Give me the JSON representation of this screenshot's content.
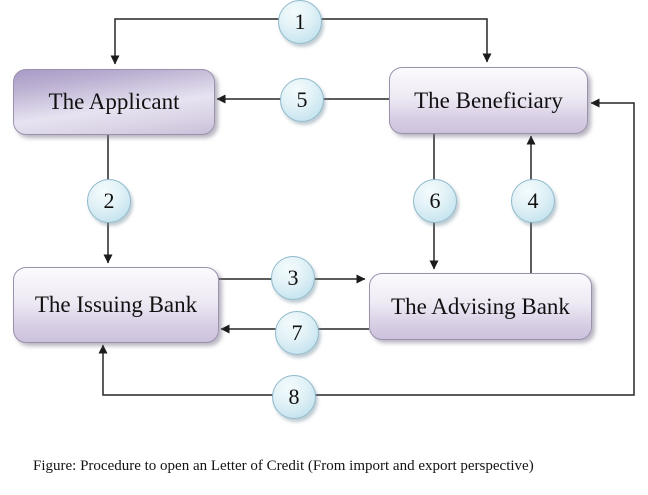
{
  "figure": {
    "caption": "Figure: Procedure to open an Letter of Credit (From import and export perspective)"
  },
  "diagram": {
    "nodes": [
      {
        "id": "applicant",
        "label": "The Applicant"
      },
      {
        "id": "beneficiary",
        "label": "The Beneficiary"
      },
      {
        "id": "issuing-bank",
        "label": "The Issuing Bank"
      },
      {
        "id": "advising-bank",
        "label": "The Advising Bank"
      }
    ],
    "steps": [
      {
        "number": "1",
        "connects": [
          "applicant",
          "beneficiary"
        ],
        "arrowheads": "both"
      },
      {
        "number": "2",
        "connects": [
          "applicant",
          "issuing-bank"
        ],
        "arrowheads": "to-issuing-bank"
      },
      {
        "number": "3",
        "connects": [
          "issuing-bank",
          "advising-bank"
        ],
        "arrowheads": "to-advising-bank"
      },
      {
        "number": "4",
        "connects": [
          "advising-bank",
          "beneficiary"
        ],
        "arrowheads": "to-beneficiary"
      },
      {
        "number": "5",
        "connects": [
          "beneficiary",
          "applicant"
        ],
        "arrowheads": "to-applicant"
      },
      {
        "number": "6",
        "connects": [
          "beneficiary",
          "advising-bank"
        ],
        "arrowheads": "to-advising-bank"
      },
      {
        "number": "7",
        "connects": [
          "advising-bank",
          "issuing-bank"
        ],
        "arrowheads": "to-issuing-bank"
      },
      {
        "number": "8",
        "connects": [
          "issuing-bank",
          "beneficiary"
        ],
        "arrowheads": "both"
      }
    ],
    "colors": {
      "node_fill_top": "#fbfafd",
      "node_fill_bottom": "#ccc2dc",
      "applicant_fill_top": "#a89ac7",
      "node_border": "#9a91ad",
      "circle_fill": "#cbe6f0",
      "circle_border": "#8fb9ca",
      "connector_line": "#262626",
      "text": "#111111",
      "background": "#ffffff"
    }
  }
}
